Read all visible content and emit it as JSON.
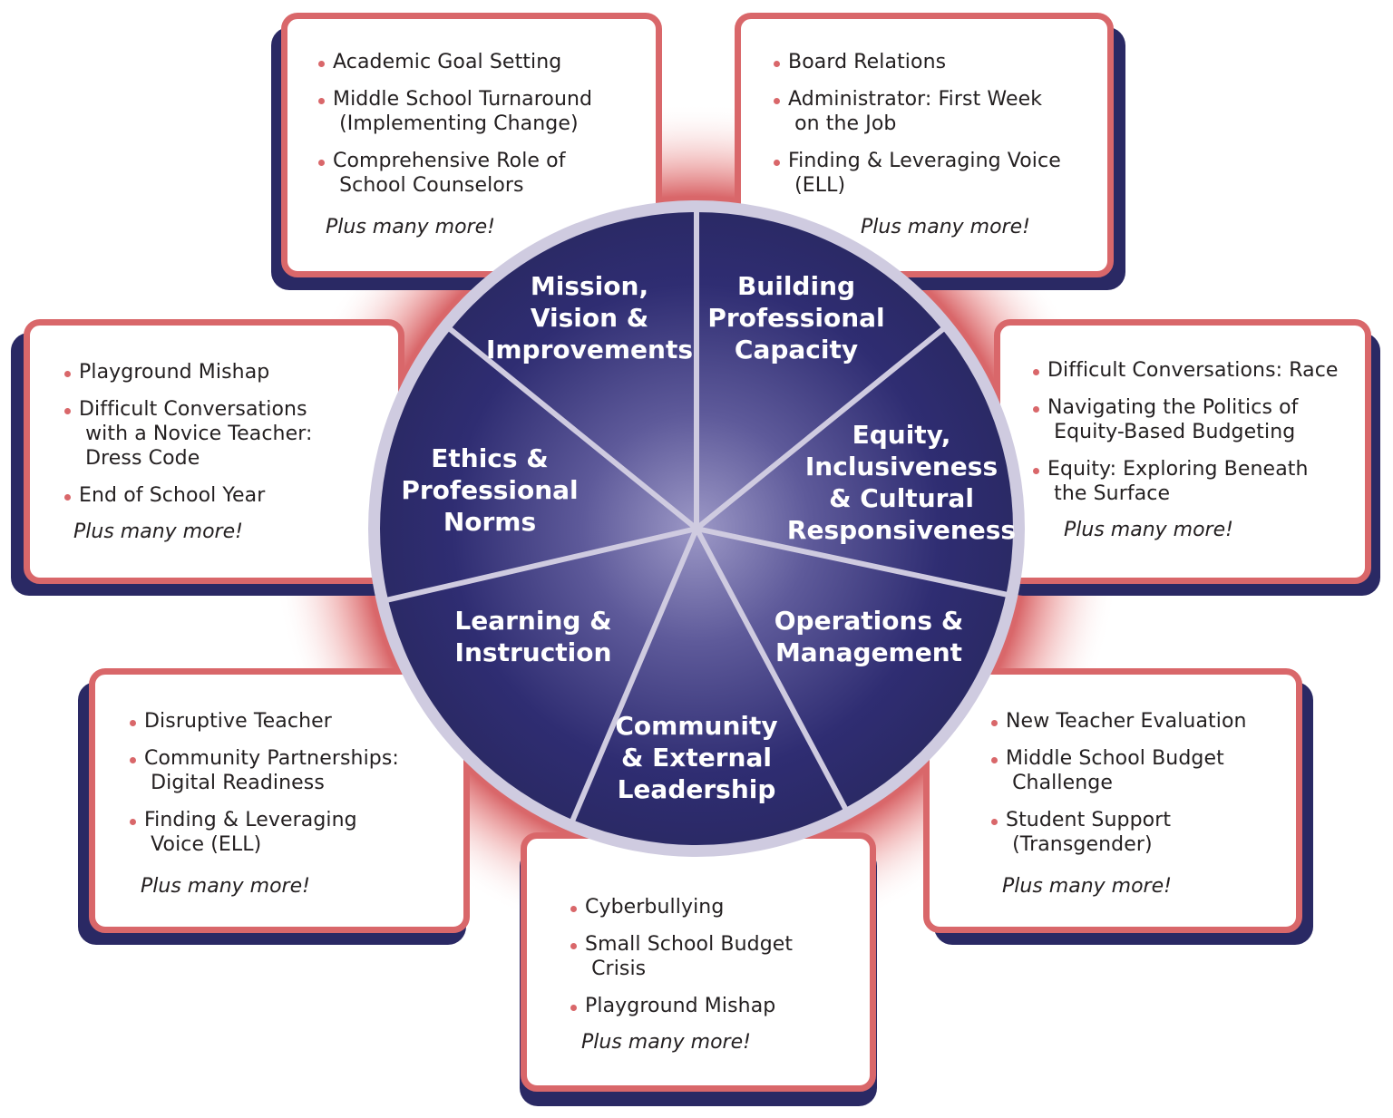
{
  "colors": {
    "accent_red": "#d9676a",
    "navy": "#2a2964",
    "wheel_center": "#8a86b8",
    "wheel_rim": "#cfcbe0"
  },
  "wheel": {
    "segments": [
      {
        "label": "Mission,\nVision &\nImprovements"
      },
      {
        "label": "Building\nProfessional\nCapacity"
      },
      {
        "label": "Equity,\nInclusiveness\n& Cultural\nResponsiveness"
      },
      {
        "label": "Operations &\nManagement"
      },
      {
        "label": "Community\n& External\nLeadership"
      },
      {
        "label": "Learning &\nInstruction"
      },
      {
        "label": "Ethics &\nProfessional\nNorms"
      }
    ]
  },
  "cards": {
    "mission": {
      "items": [
        "Academic Goal Setting",
        "Middle School Turnaround\n (Implementing Change)",
        "Comprehensive Role of\n School Counselors"
      ],
      "more": "Plus many more!"
    },
    "building": {
      "items": [
        "Board Relations",
        "Administrator: First Week\n on the Job",
        "Finding & Leveraging Voice\n (ELL)"
      ],
      "more": "Plus many more!"
    },
    "equity": {
      "items": [
        "Difficult Conversations: Race",
        "Navigating the Politics of\n Equity-Based Budgeting",
        "Equity: Exploring Beneath\n the Surface"
      ],
      "more": "Plus many more!"
    },
    "operations": {
      "items": [
        "New Teacher Evaluation",
        "Middle School Budget\n Challenge",
        "Student Support\n (Transgender)"
      ],
      "more": "Plus many more!"
    },
    "community": {
      "items": [
        "Cyberbullying",
        "Small School Budget\n Crisis",
        "Playground Mishap"
      ],
      "more": "Plus many more!"
    },
    "learning": {
      "items": [
        "Disruptive Teacher",
        "Community Partnerships:\n Digital Readiness",
        "Finding & Leveraging\n Voice (ELL)"
      ],
      "more": "Plus many more!"
    },
    "ethics": {
      "items": [
        "Playground Mishap",
        "Difficult Conversations\n with a Novice Teacher:\n Dress Code",
        "End of School Year"
      ],
      "more": "Plus many more!"
    }
  }
}
